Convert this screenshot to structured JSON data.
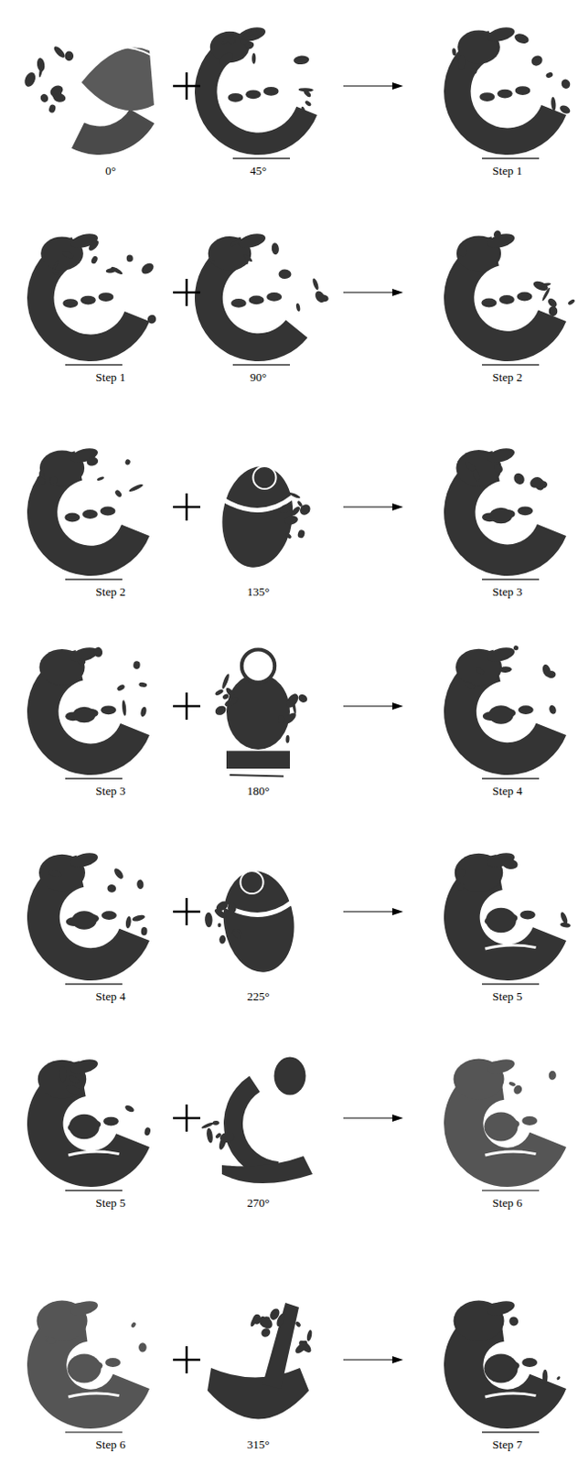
{
  "diagram": {
    "labels": [
      "0°",
      "45°",
      "Step 1",
      "Step 1",
      "90°",
      "Step 2",
      "Step 2",
      "135°",
      "Step 3",
      "Step 3",
      "180°",
      "Step 4",
      "Step 4",
      "225°",
      "Step 5",
      "Step 5",
      "270°",
      "Step 6",
      "Step 6",
      "315°",
      "Step 7"
    ]
  }
}
